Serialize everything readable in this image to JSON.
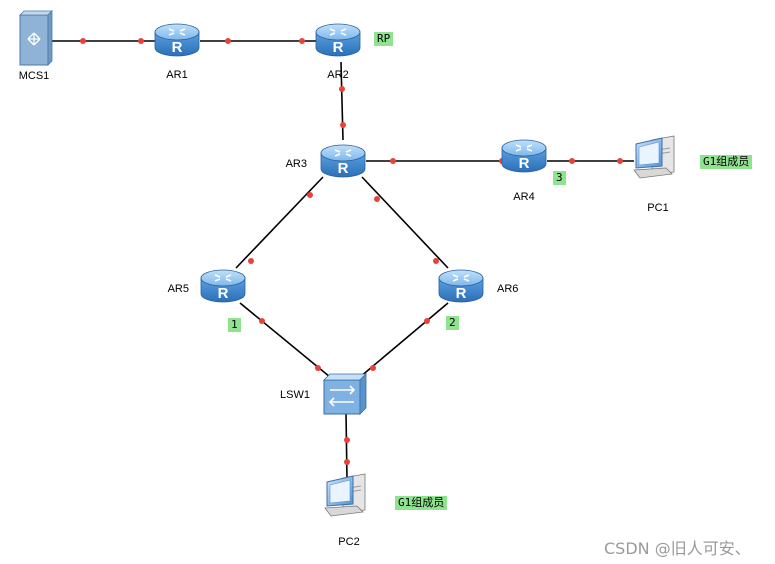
{
  "nodes": {
    "mcs1": {
      "label": "MCS1"
    },
    "ar1": {
      "label": "AR1"
    },
    "ar2": {
      "label": "AR2"
    },
    "ar3": {
      "label": "AR3"
    },
    "ar4": {
      "label": "AR4"
    },
    "ar5": {
      "label": "AR5"
    },
    "ar6": {
      "label": "AR6"
    },
    "lsw1": {
      "label": "LSW1"
    },
    "pc1": {
      "label": "PC1"
    },
    "pc2": {
      "label": "PC2"
    }
  },
  "tags": {
    "rp": "RP",
    "pc1_group": "G1组成员",
    "pc2_group": "G1组成员",
    "ar4_num": "3",
    "ar5_num": "1",
    "ar6_num": "2"
  },
  "watermark": "CSDN @旧人可安、",
  "colors": {
    "router_top": "#8fc3ee",
    "router_body": "#3f86cf",
    "link": "#000000",
    "port_dot": "#e8423a",
    "tag_bg": "#8fe38f"
  }
}
